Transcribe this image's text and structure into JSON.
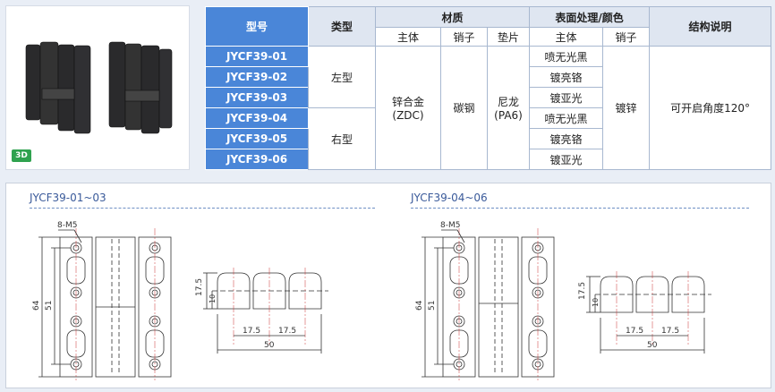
{
  "photo": {
    "badge": "3D",
    "icon": "hinge-product-photo"
  },
  "table": {
    "headers": {
      "model": "型号",
      "type": "类型",
      "material": "材质",
      "surface": "表面处理/颜色",
      "structure": "结构说明"
    },
    "subheaders": {
      "mat_body": "主体",
      "mat_pin": "销子",
      "mat_pad": "垫片",
      "surf_body": "主体",
      "surf_pin": "销子"
    },
    "rows": [
      {
        "model": "JYCF39-01",
        "surface_body": "喷无光黑"
      },
      {
        "model": "JYCF39-02",
        "surface_body": "镀亮铬"
      },
      {
        "model": "JYCF39-03",
        "surface_body": "镀亚光"
      },
      {
        "model": "JYCF39-04",
        "surface_body": "喷无光黑"
      },
      {
        "model": "JYCF39-05",
        "surface_body": "镀亮铬"
      },
      {
        "model": "JYCF39-06",
        "surface_body": "镀亚光"
      }
    ],
    "type_left": "左型",
    "type_right": "右型",
    "mat_body_value": "锌合金",
    "mat_body_code": "(ZDC)",
    "mat_pin_value": "碳钢",
    "mat_pad_value": "尼龙",
    "mat_pad_code": "(PA6)",
    "surf_pin_value": "镀锌",
    "structure_value": "可开启角度120°"
  },
  "drawings": [
    {
      "title": "JYCF39-01~03",
      "hole_label": "8-M5",
      "dim_height": "64",
      "dim_inner": "51",
      "dim_side_h": "17.5",
      "dim_side_10": "10",
      "dim_pitch1": "17.5",
      "dim_pitch2": "17.5",
      "dim_width": "50"
    },
    {
      "title": "JYCF39-04~06",
      "hole_label": "8-M5",
      "dim_height": "64",
      "dim_inner": "51",
      "dim_side_h": "17.5",
      "dim_side_10": "10",
      "dim_pitch1": "17.5",
      "dim_pitch2": "17.5",
      "dim_width": "50"
    }
  ],
  "colors": {
    "header_blue": "#4a86d8",
    "header_gray": "#dfe6f1",
    "badge_green": "#2fa24f",
    "title_blue": "#3a5a9a"
  }
}
